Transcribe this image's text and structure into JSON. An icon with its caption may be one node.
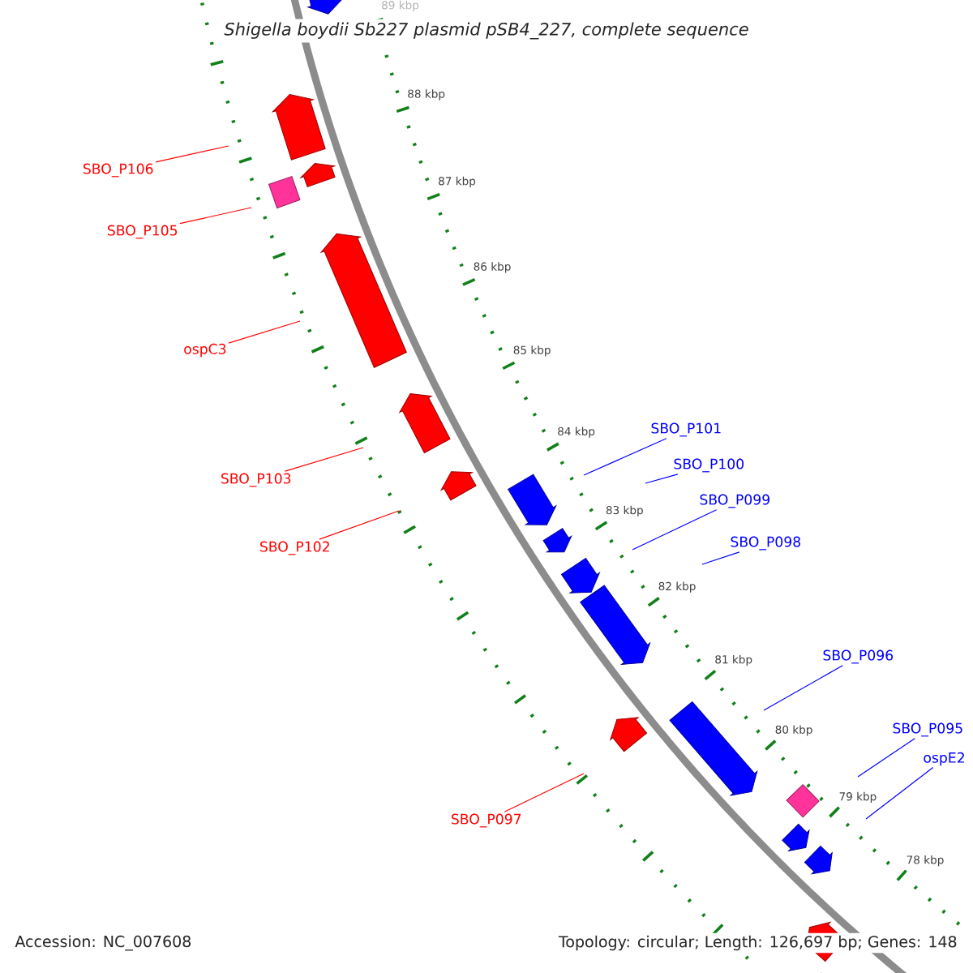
{
  "diagram": {
    "title": "Shigella boydii Sb227 plasmid pSB4_227, complete sequence",
    "nodes": [
      {
        "text": [
          "SBO_P106"
        ]
      },
      {
        "text": [
          "SBO_P105"
        ]
      },
      {
        "text": [
          "ospC3"
        ]
      },
      {
        "text": [
          "SBO_P101"
        ]
      },
      {
        "text": [
          "SBO_P100"
        ]
      },
      {
        "text": [
          "SBO_P103"
        ]
      },
      {
        "text": [
          "SBO_P099"
        ]
      },
      {
        "text": [
          "SBO_P098"
        ]
      },
      {
        "text": [
          "SBO_P102"
        ]
      },
      {
        "text": [
          "SBO_P096"
        ]
      },
      {
        "text": [
          "SBO_P095"
        ]
      },
      {
        "text": [
          "ospE2"
        ]
      },
      {
        "text": [
          "SBO_P097"
        ]
      }
    ],
    "edges": [
      {
        "from": 0,
        "to": null,
        "arrow": "none",
        "color": "#ff0000"
      },
      {
        "from": 1,
        "to": null,
        "arrow": "none",
        "color": "#ff0000"
      },
      {
        "from": 2,
        "to": null,
        "arrow": "none",
        "color": "#ff0000"
      },
      {
        "from": 3,
        "to": null,
        "arrow": "none"
      },
      {
        "from": 4,
        "to": null,
        "arrow": "none"
      },
      {
        "from": 5,
        "to": null,
        "arrow": "none",
        "color": "#ff0000"
      },
      {
        "from": 6,
        "to": null,
        "arrow": "none"
      },
      {
        "from": 7,
        "to": null,
        "arrow": "none"
      },
      {
        "from": 8,
        "to": null,
        "arrow": "none",
        "color": "#ff0000"
      },
      {
        "from": 9,
        "to": null,
        "arrow": "none"
      },
      {
        "from": 10,
        "to": null,
        "arrow": "none"
      },
      {
        "from": 11,
        "to": null,
        "arrow": "none"
      },
      {
        "from": 12,
        "to": null,
        "arrow": "none",
        "color": "#ff0000"
      }
    ],
    "labels": [
      "89 kbp",
      "88 kbp",
      "87 kbp",
      "86 kbp",
      "85 kbp",
      "84 kbp",
      "83 kbp",
      "82 kbp",
      "81 kbp",
      "80 kbp",
      "79 kbp",
      "78 kbp",
      "Accession: NC_007608",
      "Topology: circular; Length: 126,697 bp; Genes: 148"
    ]
  }
}
